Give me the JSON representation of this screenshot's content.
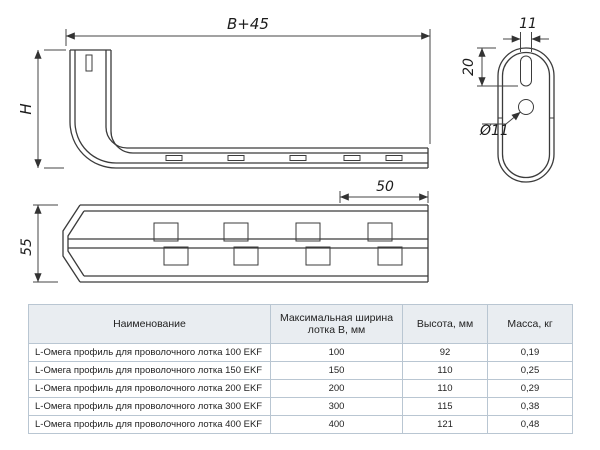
{
  "dims": {
    "overall_width": "B+45",
    "overall_height": "H",
    "profile_height": "55",
    "hook_spacing": "50",
    "slot_width": "11",
    "slot_offset": "20",
    "hole_diameter": "Ø11"
  },
  "table": {
    "headers": {
      "name": "Наименование",
      "width": "Максимальная ширина лотка B, мм",
      "height": "Высота, мм",
      "mass": "Масса, кг"
    },
    "rows": [
      {
        "name": "L-Омега профиль для проволочного лотка 100 EKF",
        "width": "100",
        "height": "92",
        "mass": "0,19"
      },
      {
        "name": "L-Омега профиль для проволочного лотка 150 EKF",
        "width": "150",
        "height": "110",
        "mass": "0,25"
      },
      {
        "name": "L-Омега профиль для проволочного лотка 200 EKF",
        "width": "200",
        "height": "110",
        "mass": "0,29"
      },
      {
        "name": "L-Омега профиль для проволочного лотка 300 EKF",
        "width": "300",
        "height": "115",
        "mass": "0,38"
      },
      {
        "name": "L-Омега профиль для проволочного лотка 400 EKF",
        "width": "400",
        "height": "121",
        "mass": "0,48"
      }
    ]
  }
}
